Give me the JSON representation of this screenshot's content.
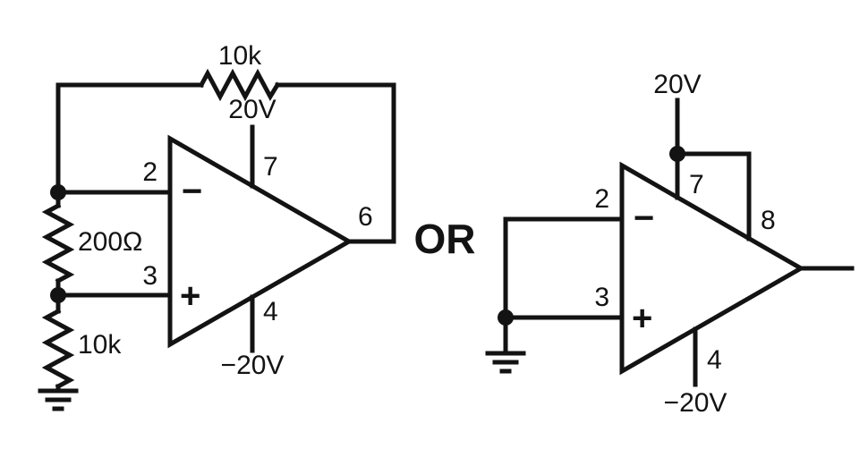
{
  "or_label": "OR",
  "left": {
    "feedback_resistor": "10k",
    "pos_supply": "20V",
    "neg_supply": "−20V",
    "pin_inverting": "2",
    "pin_noninverting": "3",
    "pin_pos_supply": "7",
    "pin_neg_supply": "4",
    "pin_output": "6",
    "minus_sign": "−",
    "plus_sign": "+",
    "divider_top_resistor": "200Ω",
    "divider_bottom_resistor": "10k"
  },
  "right": {
    "pos_supply": "20V",
    "neg_supply": "−20V",
    "pin_inverting": "2",
    "pin_noninverting": "3",
    "pin_pos_supply": "7",
    "pin_comp": "8",
    "pin_neg_supply": "4",
    "minus_sign": "−",
    "plus_sign": "+"
  }
}
